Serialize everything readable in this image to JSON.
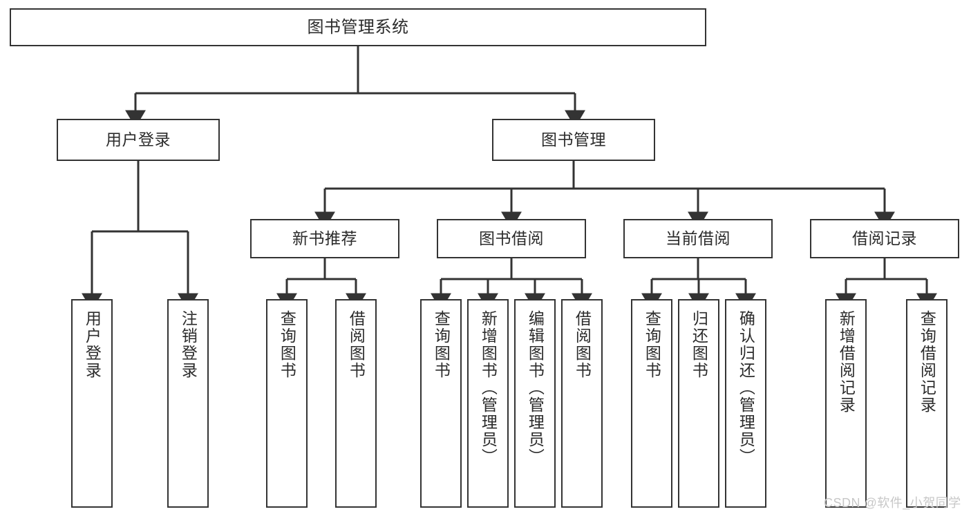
{
  "diagram": {
    "title": "图书管理系统",
    "type": "tree-hierarchy-functional-decomposition",
    "root": {
      "id": "root",
      "label": "图书管理系统"
    },
    "level1": [
      {
        "id": "l1-0",
        "label": "用户登录"
      },
      {
        "id": "l1-1",
        "label": "图书管理"
      }
    ],
    "level2": [
      {
        "id": "l2-0",
        "label": "新书推荐",
        "parent": "l1-1"
      },
      {
        "id": "l2-1",
        "label": "图书借阅",
        "parent": "l1-1"
      },
      {
        "id": "l2-2",
        "label": "当前借阅",
        "parent": "l1-1"
      },
      {
        "id": "l2-3",
        "label": "借阅记录",
        "parent": "l1-1"
      }
    ],
    "leaves": [
      {
        "id": "lf-0",
        "label": "用户登录",
        "parent": "l1-0"
      },
      {
        "id": "lf-1",
        "label": "注销登录",
        "parent": "l1-0"
      },
      {
        "id": "lf-2",
        "label": "查询图书",
        "parent": "l2-0"
      },
      {
        "id": "lf-3",
        "label": "借阅图书",
        "parent": "l2-0"
      },
      {
        "id": "lf-4",
        "label": "查询图书",
        "parent": "l2-1"
      },
      {
        "id": "lf-5",
        "label": "新增图书（管理员）",
        "parent": "l2-1"
      },
      {
        "id": "lf-6",
        "label": "编辑图书（管理员）",
        "parent": "l2-1"
      },
      {
        "id": "lf-7",
        "label": "借阅图书",
        "parent": "l2-1"
      },
      {
        "id": "lf-8",
        "label": "查询图书",
        "parent": "l2-2"
      },
      {
        "id": "lf-9",
        "label": "归还图书",
        "parent": "l2-2"
      },
      {
        "id": "lf-10",
        "label": "确认归还（管理员）",
        "parent": "l2-2"
      },
      {
        "id": "lf-11",
        "label": "新增借阅记录",
        "parent": "l2-3"
      },
      {
        "id": "lf-12",
        "label": "查询借阅记录",
        "parent": "l2-3"
      }
    ],
    "watermark": "CSDN @软件_小贺同学",
    "colors": {
      "box_border": "#333333",
      "box_fill": "#ffffff",
      "text": "#2b2b2b",
      "edge": "#333333",
      "background": "#ffffff",
      "watermark": "#c7c7c7"
    }
  }
}
